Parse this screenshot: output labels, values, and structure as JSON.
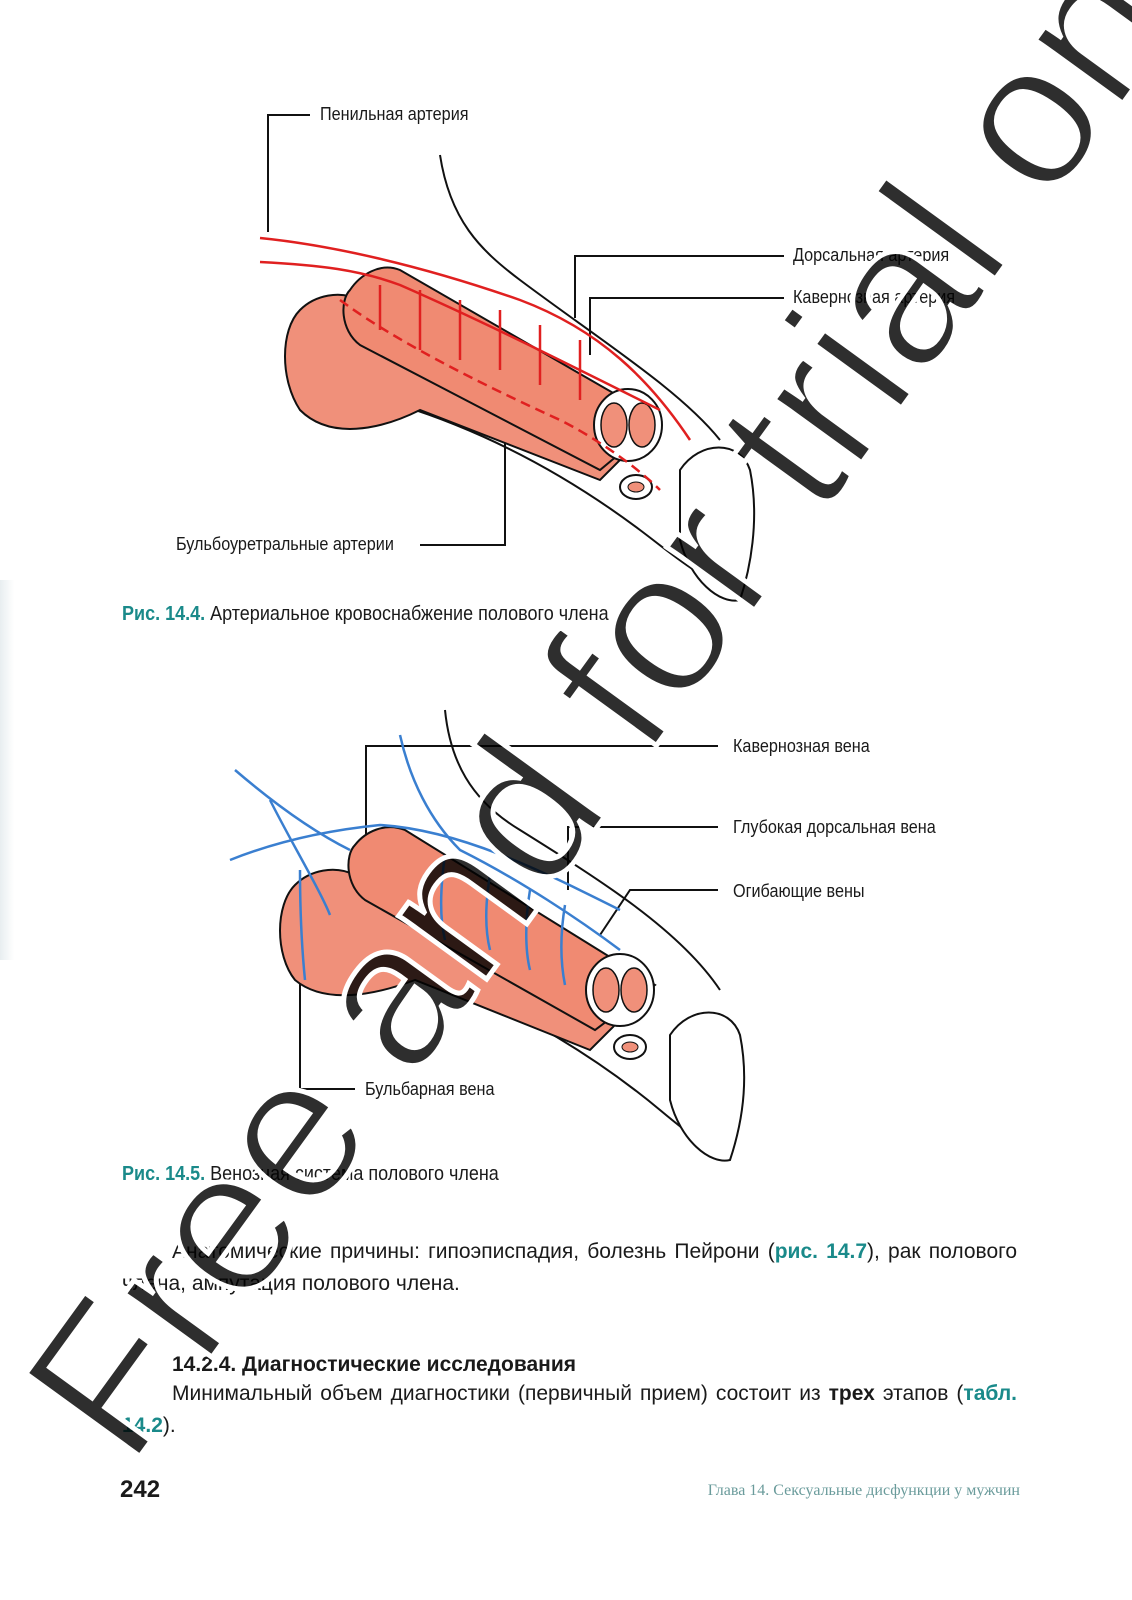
{
  "figure1": {
    "labels": {
      "penile_artery": "Пенильная артерия",
      "dorsal_artery": "Дорсальная артерия",
      "cavernous_artery": "Кавернозная артерия",
      "bulbourethral_arteries": "Бульбоуретральные артерии"
    },
    "caption_num": "Рис. 14.4.",
    "caption_text": "Артериальное кровоснабжение полового члена"
  },
  "figure2": {
    "labels": {
      "cavernous_vein": "Кавернозная вена",
      "deep_dorsal_vein": "Глубокая дорсальная вена",
      "circumflex_veins": "Огибающие вены",
      "bulbar_vein": "Бульбарная вена"
    },
    "caption_num": "Рис. 14.5.",
    "caption_text": "Венозная система полового члена"
  },
  "body": {
    "para1_a": "Анатомические причины",
    "para1_b": ": гипоэписпадия, болезнь Пейрони (",
    "para1_ref": "рис. 14.7",
    "para1_c": "), рак полового члена, ампутация полового члена.",
    "heading": "14.2.4. Диагностические исследования",
    "para2_a": "Минимальный объем диагностики (первичный прием) состоит из ",
    "para2_bold": "трех",
    "para2_b": " этапов (",
    "para2_ref": "табл. 14.2",
    "para2_c": ")."
  },
  "footer": {
    "page_number": "242",
    "running_head": "Глава 14. Сексуальные дисфункции у мужчин"
  },
  "watermark": {
    "text": "Free and for trial only"
  },
  "colors": {
    "artery": "#e02020",
    "vein": "#3a7fd0",
    "tissue": "#f0907a",
    "accent": "#1a8a8a"
  }
}
